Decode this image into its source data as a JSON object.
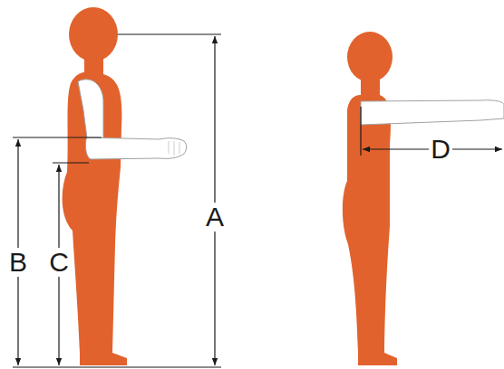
{
  "diagram": {
    "labels": [
      "B",
      "C",
      "A",
      "D"
    ]
  }
}
